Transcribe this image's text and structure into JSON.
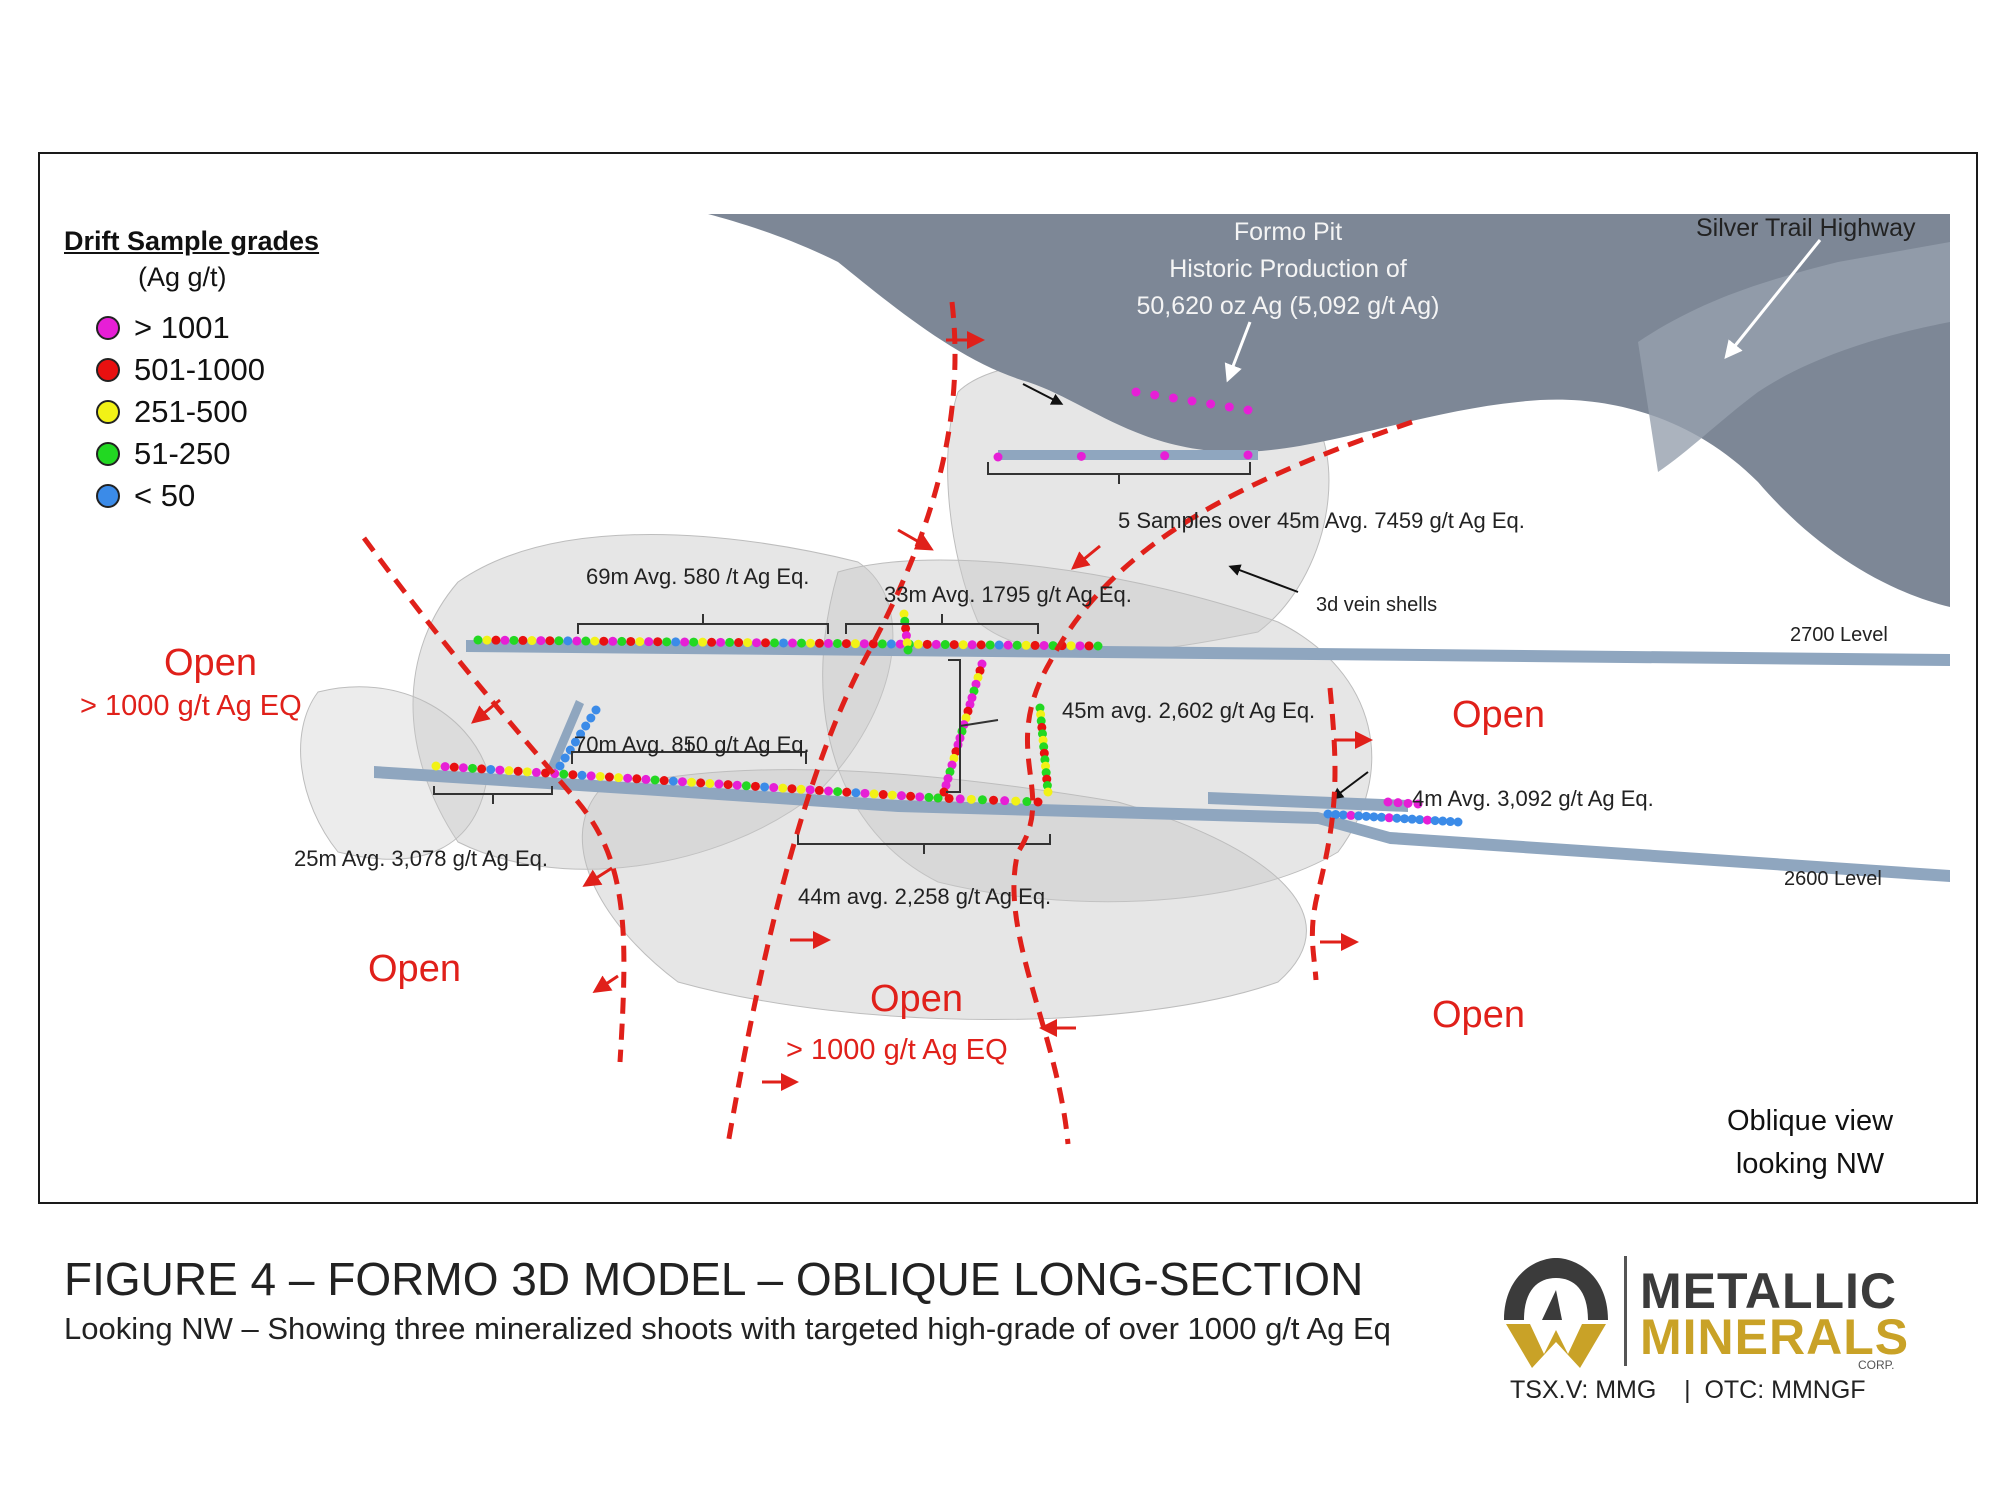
{
  "legend": {
    "title": "Drift Sample grades",
    "unit": "(Ag g/t)",
    "items": [
      {
        "label": "> 1001",
        "color": "#e61fd6"
      },
      {
        "label": "501-1000",
        "color": "#e81010"
      },
      {
        "label": "251-500",
        "color": "#f2f216"
      },
      {
        "label": "51-250",
        "color": "#22d822"
      },
      {
        "label": "< 50",
        "color": "#3b8be8"
      }
    ]
  },
  "pit": {
    "line1": "Formo Pit",
    "line2": "Historic Production of",
    "line3": "50,620 oz Ag (5,092 g/t Ag)"
  },
  "highway": "Silver Trail Highway",
  "annotations": {
    "samples5": "5 Samples over 45m Avg. 7459 g/t Ag Eq.",
    "vein_shells": "3d vein shells",
    "a69": "69m Avg. 580 /t Ag Eq.",
    "a33": "33m Avg. 1795 g/t Ag Eq.",
    "level2700": "2700 Level",
    "a45": "45m avg. 2,602 g/t Ag Eq.",
    "a70": "70m Avg. 850 g/t Ag Eq.",
    "a4": "4m Avg. 3,092 g/t Ag Eq.",
    "a25": "25m Avg. 3,078 g/t Ag Eq.",
    "a44": "44m avg. 2,258 g/t Ag Eq.",
    "level2600": "2600 Level"
  },
  "open": {
    "word": "Open",
    "sub": "> 1000 g/t Ag EQ"
  },
  "view": {
    "line1": "Oblique view",
    "line2": "looking NW"
  },
  "figure": {
    "title": "FIGURE 4 – FORMO 3D MODEL – OBLIQUE LONG-SECTION",
    "subtitle": "Looking NW – Showing three mineralized shoots with targeted high-grade of over 1000 g/t Ag Eq"
  },
  "brand": {
    "line1": "METALLIC",
    "line2": "MINERALS",
    "corp": "CORP.",
    "ticker": "TSX.V: MMG    |  OTC: MMNGF"
  },
  "colors": {
    "fault": "#e0201a",
    "rock": "#7d8796",
    "drift": "#8fa6bf",
    "shell": "#d0d0d0"
  }
}
